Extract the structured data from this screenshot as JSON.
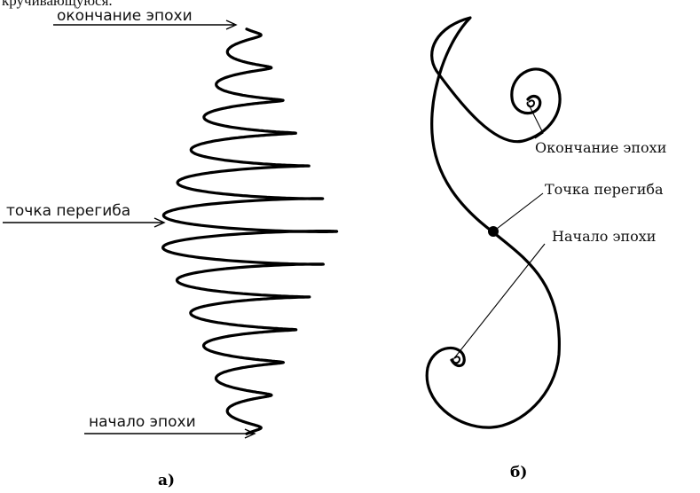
{
  "top_fragment": "кручивающуюся.",
  "panel_a": {
    "letter": "а)",
    "labels": {
      "end": "окончание эпохи",
      "inflection": "точка перегиба",
      "start": "начало эпохи"
    }
  },
  "panel_b": {
    "letter": "б)",
    "labels": {
      "end": "Окончание эпохи",
      "inflection": "Точка перегиба",
      "start": "Начало эпохи"
    }
  }
}
